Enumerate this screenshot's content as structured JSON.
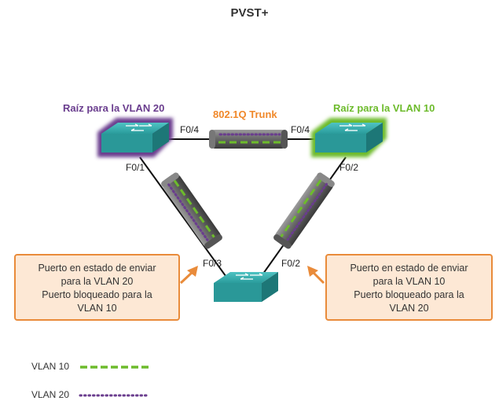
{
  "title": "PVST+",
  "switches": {
    "left": {
      "label": "Raíz para la VLAN 20"
    },
    "right": {
      "label": "Raíz para la VLAN 10"
    }
  },
  "trunk_label": "802.1Q Trunk",
  "ports": {
    "left_top": "F0/4",
    "right_top": "F0/4",
    "left_down": "F0/1",
    "right_down": "F0/2",
    "bottom_left": "F0/3",
    "bottom_right": "F0/2"
  },
  "callouts": {
    "left": [
      "Puerto en estado de enviar",
      "para la VLAN 20",
      "Puerto bloqueado para la",
      "VLAN 10"
    ],
    "right": [
      "Puerto en estado de enviar",
      "para la VLAN 10",
      "Puerto bloqueado para la",
      "VLAN 20"
    ]
  },
  "legend": [
    {
      "label": "VLAN 10",
      "color": "#6dbb2c",
      "style": "dashed"
    },
    {
      "label": "VLAN 20",
      "color": "#6a3d8e",
      "style": "dotted"
    }
  ],
  "colors": {
    "vlan10": "#6dbb2c",
    "vlan20": "#6a3d8e",
    "accent": "#f0882a",
    "switch_face": "#2c9c9c",
    "callout_fill": "#fde8d5",
    "callout_border": "#e98b3a"
  }
}
